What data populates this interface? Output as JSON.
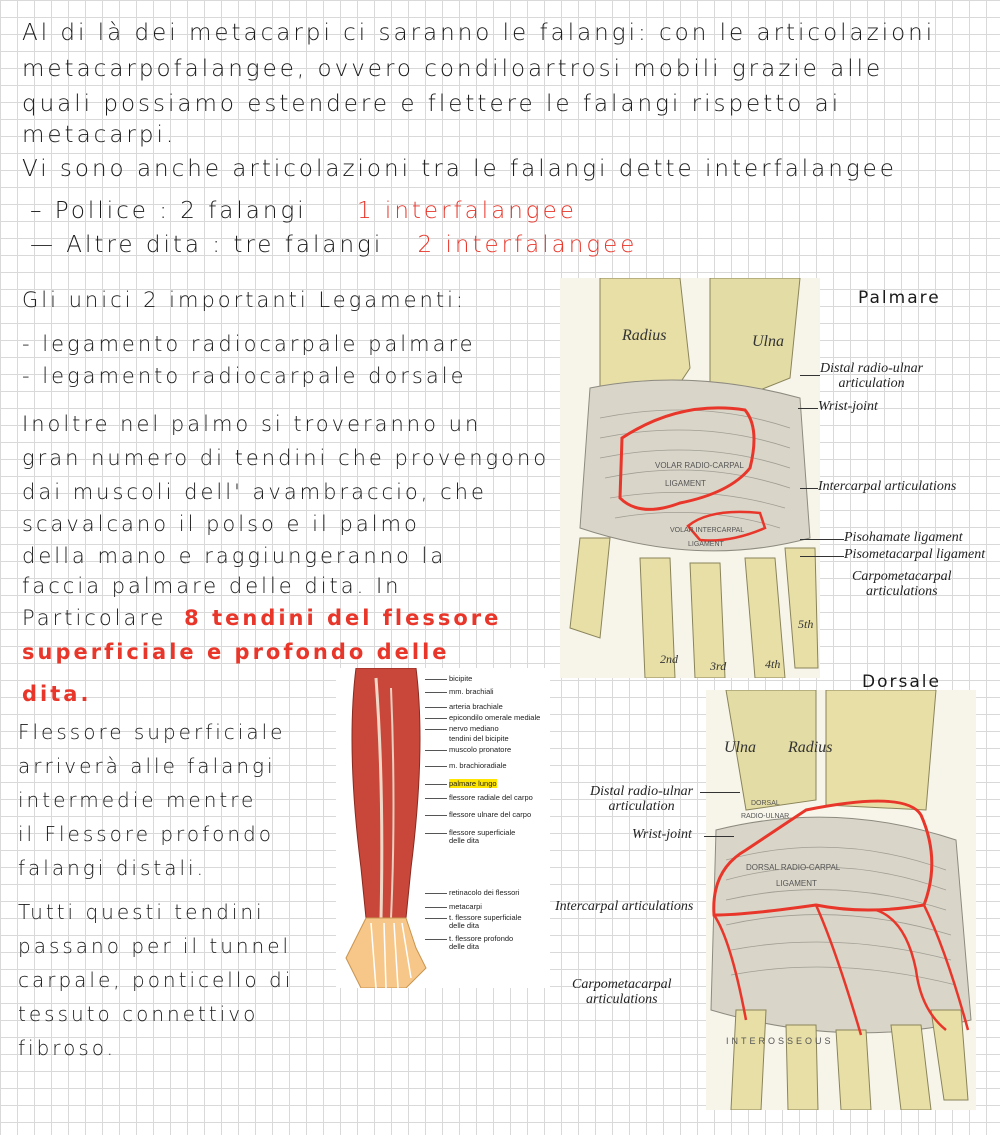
{
  "notes": {
    "top_lines": [
      "Al di là dei metacarpi ci saranno le falangi: con le articolazioni",
      "metacarpofalangee, ovvero condiloartrosi mobili grazie alle",
      "quali possiamo estendere e flettere le falangi rispetto ai",
      "metacarpi.",
      "Vi sono anche articolazioni tra le falangi dette interfalangee"
    ],
    "list": [
      {
        "label": "– Pollice : 2 falangi",
        "red": "1 interfalangee"
      },
      {
        "label": "— Altre dita : tre falangi",
        "red": "2 interfalangee"
      }
    ],
    "ligaments_title": "Gli unici 2 importanti Legamenti:",
    "ligaments": [
      "- legamento radiocarpale palmare",
      "- legamento radiocarpale dorsale"
    ],
    "para_lines": [
      "Inoltre nel palmo si troveranno un",
      "gran numero di tendini che provengono",
      "dai muscoli dell' avambraccio, che",
      "scavalcano il polso e il palmo",
      "della mano e raggiungeranno la",
      "faccia palmare delle dita. In"
    ],
    "para_end_prefix": "Particolare",
    "para_red_1": "8 tendini del flessore",
    "para_red_2": "superficiale e profondo delle",
    "para_red_3": "dita.",
    "col_lines": [
      "Flessore superficiale",
      "arriverà alle falangi",
      "intermedie mentre",
      "il Flessore profondo",
      "falangi distali.",
      "Tutti questi tendini",
      "passano per il tunnel",
      "carpale, ponticello di",
      "tessuto connettivo",
      "fibroso."
    ]
  },
  "figures": {
    "palmar": {
      "title": "Palmare",
      "bone_labels": {
        "radius": "Radius",
        "ulna": "Ulna"
      },
      "labels": [
        "Distal radio-ulnar\narticulation",
        "Wrist-joint",
        "Intercarpal articulations",
        "Pisohamate ligament",
        "Pisometacarpal ligament",
        "Carpometacarpal\narticulations"
      ],
      "inner": [
        "VOLAR RADIO-CARPAL",
        "LIGAMENT",
        "VOLAR INTERCARPAL",
        "LIGAMENT"
      ],
      "digits": [
        "2nd",
        "3rd",
        "5th",
        "4th"
      ]
    },
    "dorsal": {
      "title": "Dorsale",
      "bone_labels": {
        "ulna": "Ulna",
        "radius": "Radius"
      },
      "labels": [
        "Distal radio-ulnar\narticulation",
        "Wrist-joint",
        "Intercarpal articulations",
        "Carpometacarpal\narticulations"
      ],
      "inner": [
        "DORSAL",
        "RADIO-ULNAR",
        "DORSAL RADIO-CARPAL",
        "LIGAMENT",
        "INTEROSSEOUS"
      ]
    },
    "forearm": {
      "labels": [
        "bicipite",
        "mm. brachiali",
        "arteria brachiale",
        "epicondilo omerale mediale",
        "nervo mediano",
        "tendini del bicipite",
        "muscolo pronatore",
        "m. brachioradiale",
        "palmare lungo",
        "flessore radiale del carpo",
        "flessore ulnare del carpo",
        "flessore superficiale\ndelle dita",
        "retinacolo dei flessori",
        "metacarpi",
        "t. flessore superficiale\ndelle dita",
        "t. flessore profondo\ndelle dita"
      ]
    }
  },
  "colors": {
    "ink": "#1a1a1a",
    "red": "#e8362a",
    "highlight": "#ffe600",
    "bone": "#e8dfa6",
    "grid": "#d9d9d9"
  }
}
